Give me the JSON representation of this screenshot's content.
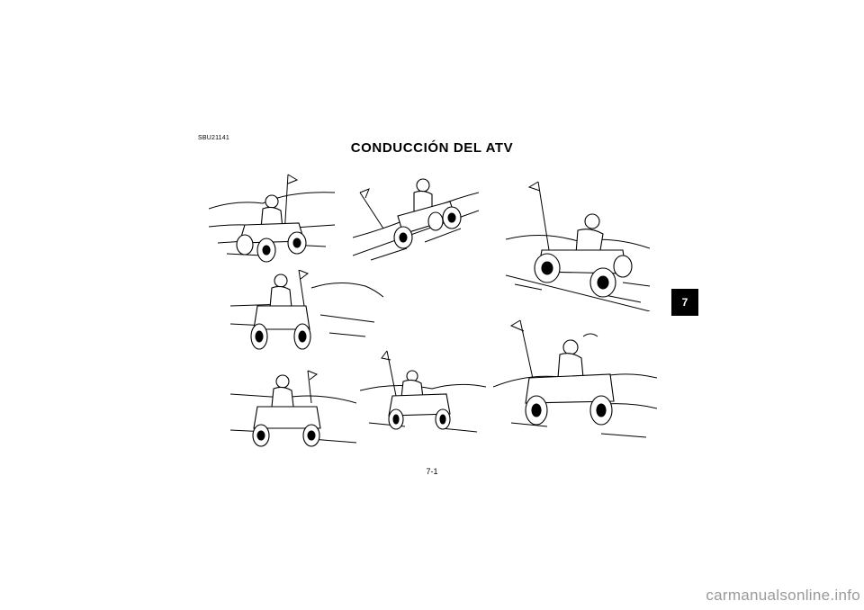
{
  "document": {
    "code": "SBU21141",
    "title": "CONDUCCIÓN DEL ATV",
    "chapter_tab": "7",
    "page_number": "7-1"
  },
  "watermark": "carmanualsonline.info",
  "illustrations": [
    "atv-rider-illustration-1",
    "atv-rider-illustration-2",
    "atv-rider-illustration-3",
    "atv-rider-illustration-4",
    "atv-rider-illustration-5",
    "atv-rider-illustration-6",
    "atv-rider-illustration-7"
  ]
}
